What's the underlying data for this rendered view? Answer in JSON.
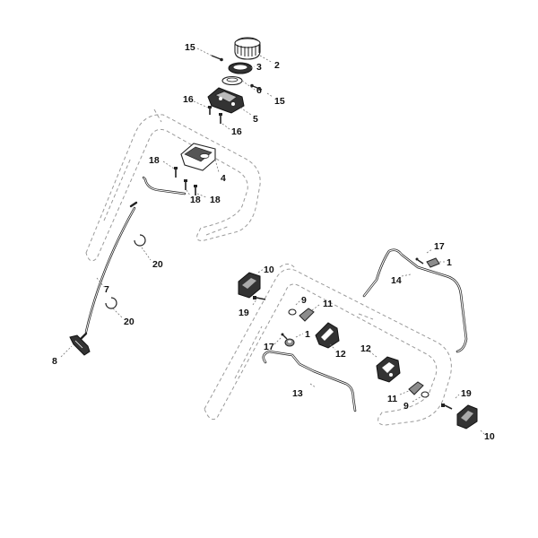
{
  "callouts": {
    "c15a": "15",
    "c2": "2",
    "c3": "3",
    "c6": "6",
    "c15b": "15",
    "c16a": "16",
    "c5": "5",
    "c16b": "16",
    "c18a": "18",
    "c4": "4",
    "c18b": "18",
    "c18c": "18",
    "c20a": "20",
    "c7": "7",
    "c20b": "20",
    "c8": "8",
    "c10a": "10",
    "c19a": "19",
    "c9a": "9",
    "c11a": "11",
    "c1a": "1",
    "c17a": "17",
    "c12a": "12",
    "c13": "13",
    "c17b": "17",
    "c1b": "1",
    "c14": "14",
    "c12b": "12",
    "c11b": "11",
    "c9b": "9",
    "c19b": "19",
    "c10b": "10"
  }
}
